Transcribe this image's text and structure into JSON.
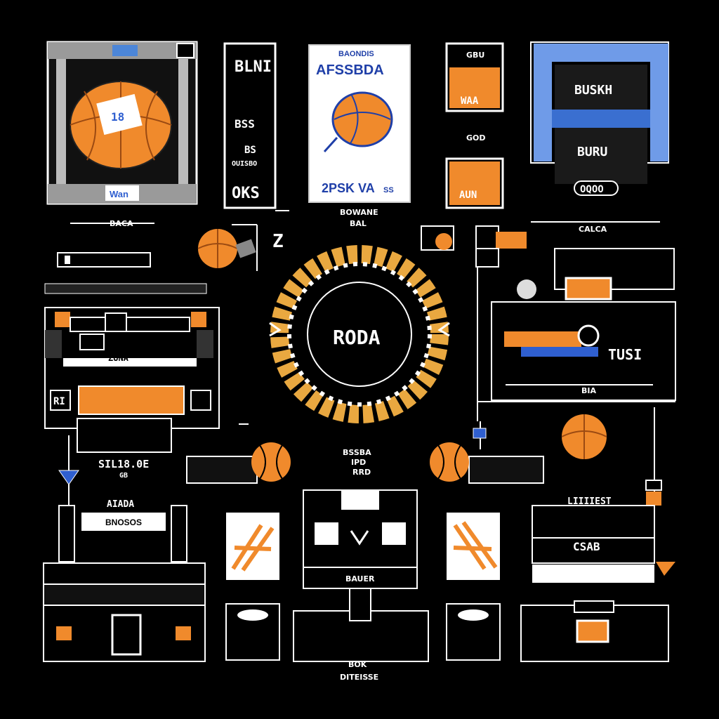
{
  "colors": {
    "background": "#000000",
    "line": "#ffffff",
    "orange": "#f08a2c",
    "orange_dark": "#c8641c",
    "blue": "#2f5fd0",
    "light_blue": "#6f9be8",
    "grey": "#8a8a8a"
  },
  "panels": {
    "ball_card": {
      "ball_tag": "18",
      "bottom_tag": "Wan"
    },
    "tall_card": {
      "t1": "BLNI",
      "t2": "BSS",
      "t3": "BS",
      "t4": "OUISBO",
      "t5": "OKS"
    },
    "poster": {
      "small": "BAONDIS",
      "headline": "AFSSBDA",
      "bottom": "2PSK VA",
      "bottom_tail": "SS"
    },
    "orange_top": {
      "label": "GBU",
      "mid": "WAA"
    },
    "orange_mid": {
      "label": "GOD",
      "mid": "AUN"
    },
    "jersey": {
      "t1": "BUSKH",
      "t2": "BURU",
      "bottom": "OQOO"
    }
  },
  "labels": {
    "under_poster": "BOWANE",
    "under_poster2": "BAL",
    "right_header": "CALCA",
    "left_row": "BACA",
    "z_mark": "Z",
    "center_word": "RODA",
    "left_mid": "ZUNA",
    "left_letters": "RI",
    "right_mid": "TUSI",
    "right_bottom": "BIA",
    "left_score": "SIL18.0E",
    "left_score2": "GB",
    "center_small": "BSSBA",
    "center_small2": "IPD",
    "center_small3": "RRD",
    "left_stand_title": "AIADA",
    "left_stand_box": "BNOSOS",
    "center_stand": "BAUER",
    "right_stand_title": "LIIIIEST",
    "right_stand_box": "CSAB",
    "bottom_caption": "BOK",
    "bottom_caption2": "DITEISSE"
  }
}
